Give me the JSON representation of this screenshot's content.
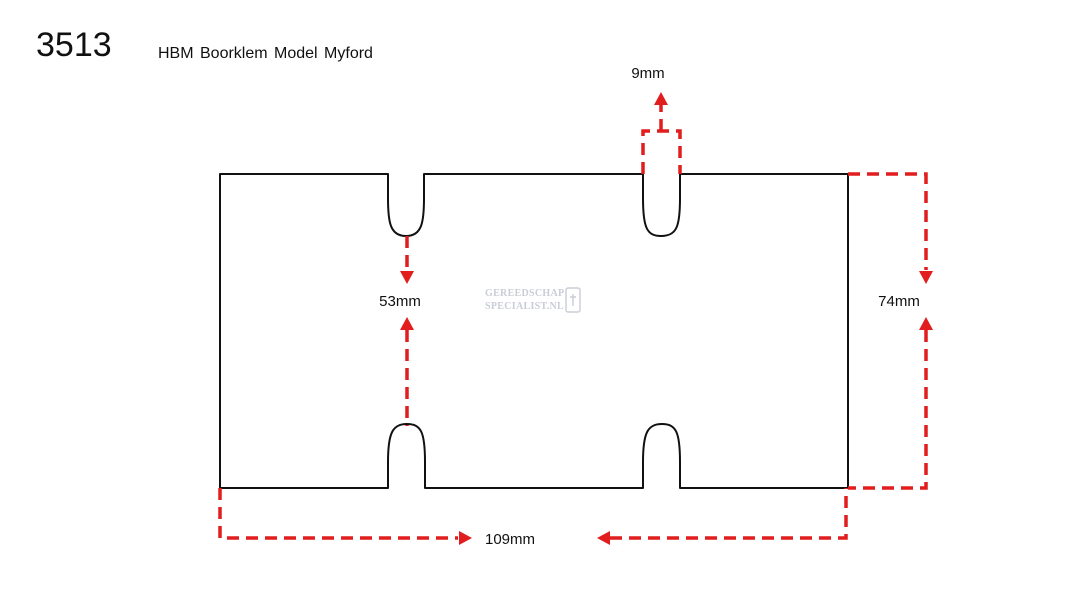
{
  "header": {
    "number": "3513",
    "title": "HBM  Boorklem Model Myford"
  },
  "dimensions": {
    "slot_width": "9mm",
    "slot_gap": "53mm",
    "height": "74mm",
    "width": "109mm"
  },
  "watermark": {
    "line1": "GEREEDSCHAP",
    "line2": "SPECIALIST.NL"
  },
  "colors": {
    "outline": "#111111",
    "dimension": "#e11d1d",
    "watermark": "#c9cdd6"
  }
}
